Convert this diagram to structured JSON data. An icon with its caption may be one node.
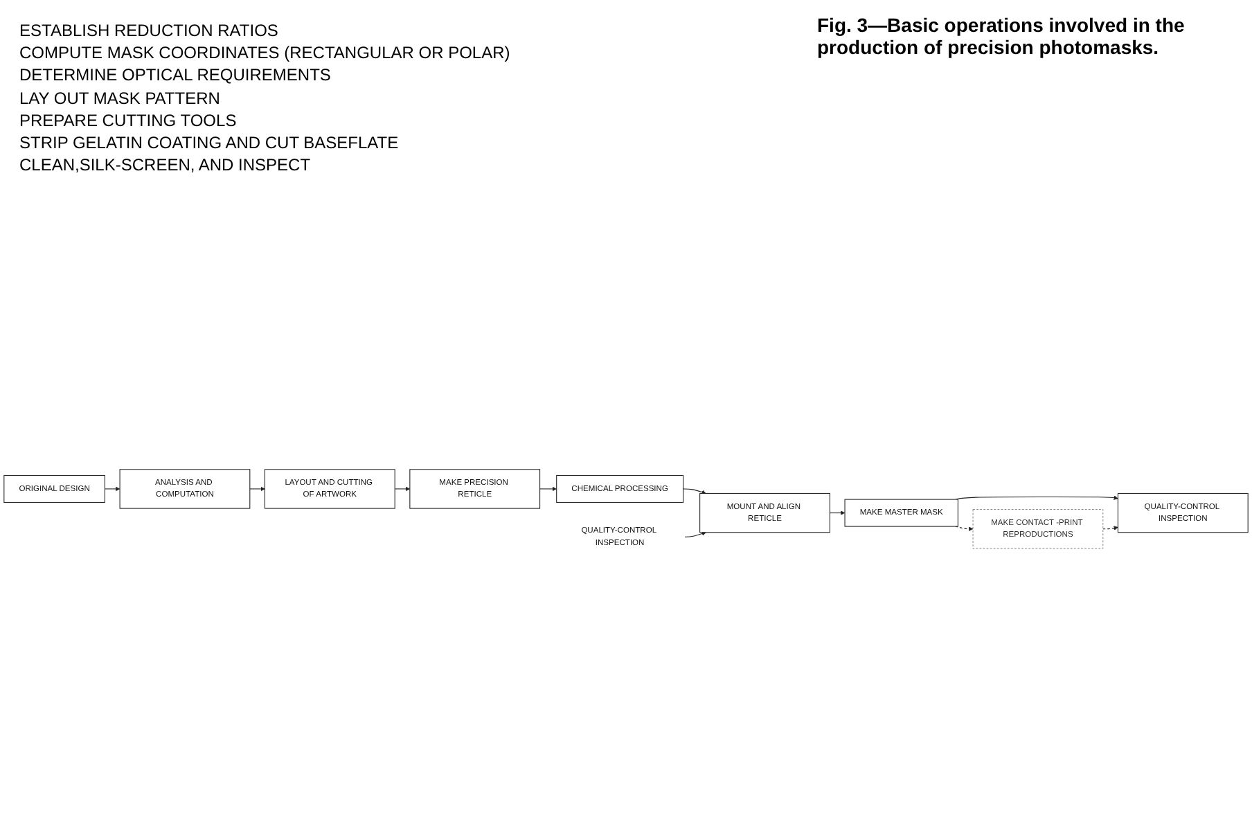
{
  "diagram": {
    "caption": "Fig. 3—Basic operations involved in the production of precision photomasks.",
    "nodes": [
      {
        "text": [
          "ORIGINAL DESIGN"
        ]
      },
      {
        "text": [
          "ANALYSIS AND COMPUTATION"
        ]
      },
      {
        "text": [
          "LAYOUT AND CUTTING OF ARTWORK"
        ]
      },
      {
        "text": [
          "MAKE PRECISION RETICLE"
        ]
      },
      {
        "text": [
          "CHEMICAL PROCESSING"
        ]
      },
      {
        "text": [
          "QUALITY-CONTROL INSPECTION"
        ]
      },
      {
        "text": [
          "MOUNT AND ALIGN RETICLE"
        ]
      },
      {
        "text": [
          "MAKE MASTER MASK"
        ]
      },
      {
        "text": [
          "QUALITY-CONTROL INSPECTION"
        ]
      },
      {
        "text": [
          "MAKE CONTACT -PRINT REPRODUCTIONS"
        ]
      }
    ],
    "edges": [
      {
        "from": 0,
        "to": 1,
        "arrow": "to"
      },
      {
        "from": 1,
        "to": 2,
        "arrow": "to"
      },
      {
        "from": 2,
        "to": 3,
        "arrow": "to"
      },
      {
        "from": 3,
        "to": 4,
        "arrow": "to"
      },
      {
        "from": 4,
        "to": 6,
        "arrow": "to"
      },
      {
        "from": 5,
        "to": 6,
        "arrow": "to"
      },
      {
        "from": 6,
        "to": 7,
        "arrow": "to"
      },
      {
        "from": 7,
        "to": 8,
        "arrow": "to"
      },
      {
        "from": 7,
        "to": 9,
        "arrow": "to",
        "style": "dashed"
      },
      {
        "from": 9,
        "to": 8,
        "arrow": "to",
        "style": "dashed"
      }
    ],
    "labels": [
      "ESTABLISH REDUCTION RATIOS",
      "COMPUTE MASK COORDINATES (RECTANGULAR OR POLAR)",
      "DETERMINE OPTICAL REQUIREMENTS",
      "LAY OUT MASK PATTERN",
      "PREPARE CUTTING TOOLS",
      "STRIP GELATIN COATING AND CUT BASEFLATE",
      "CLEAN,SILK-SCREEN, AND INSPECT"
    ]
  }
}
